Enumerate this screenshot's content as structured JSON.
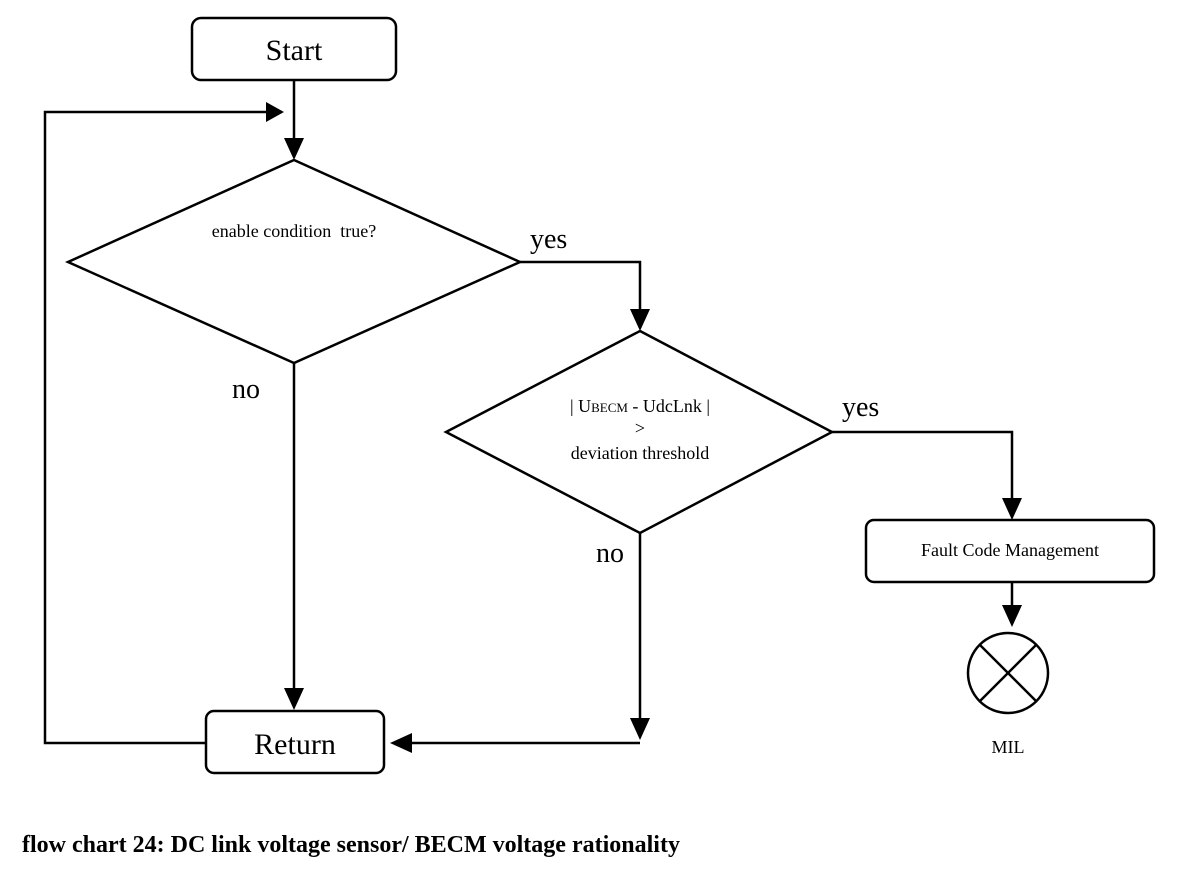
{
  "nodes": {
    "start": "Start",
    "decision1": "enable condition  true?",
    "decision2": {
      "line1_prefix": "| ",
      "line1_u": "U",
      "line1_sub": "BECM",
      "line1_rest": " - UdcLnk |",
      "line2": ">",
      "line3": "deviation threshold"
    },
    "fault": "Fault Code Management",
    "return": "Return",
    "mil": "MIL"
  },
  "edges": {
    "d1_yes": "yes",
    "d1_no": "no",
    "d2_yes": "yes",
    "d2_no": "no"
  },
  "caption": "flow chart 24: DC link voltage sensor/ BECM voltage rationality"
}
